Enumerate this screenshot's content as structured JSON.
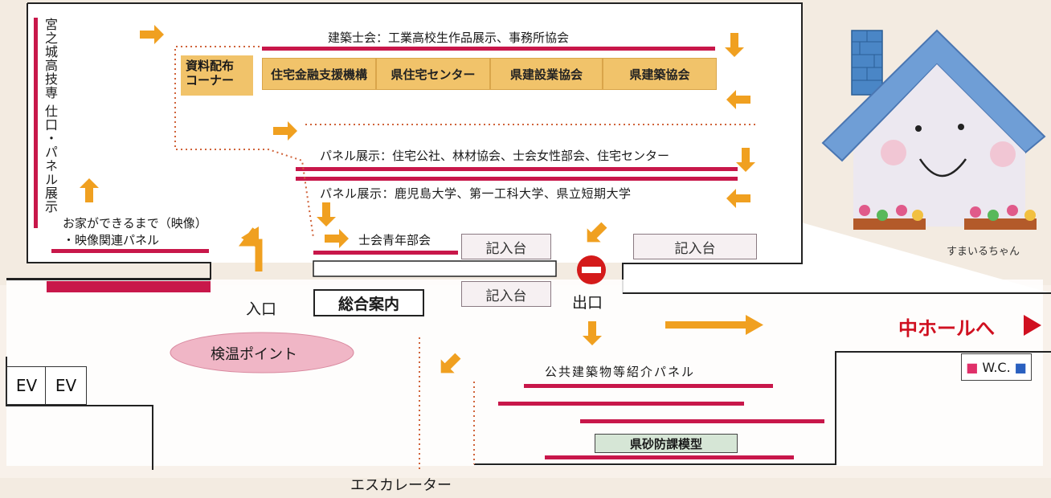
{
  "labels": {
    "vertical_exhibit": "宮之城高技専 仕口・パネル展示",
    "architects_society": "建築士会：工業高校生作品展示、事務所協会",
    "shiryo": "資料配布\nコーナー",
    "panel_1": "パネル展示：住宅公社、林材協会、士会女性部会、住宅センター",
    "panel_2": "パネル展示：鹿児島大学、第一工科大学、県立短期大学",
    "youth_dept": "士会青年部会",
    "house_video": "お家ができるまで（映像）\n・映像関連パネル",
    "entrance": "入口",
    "exit": "出口",
    "info": "総合案内",
    "temp_check": "検温ポイント",
    "escalator": "エスカレーター",
    "public_buildings": "公共建築物等紹介パネル",
    "sabo_model": "県砂防課模型",
    "to_hall": "中ホールへ",
    "wc": "W.C.",
    "mascot": "すまいるちゃん"
  },
  "booths": [
    "住宅金融支援機構",
    "県住宅センター",
    "県建設業協会",
    "県建築協会"
  ],
  "desks": [
    "記入台",
    "記入台",
    "記入台"
  ],
  "elevators": [
    "EV",
    "EV"
  ],
  "colors": {
    "arrow": "#f0a020",
    "wall_bar": "#c8174a",
    "booth": "#f1c36a",
    "hall_text": "#d01020",
    "temp_ellipse": "#f0b6c6"
  }
}
